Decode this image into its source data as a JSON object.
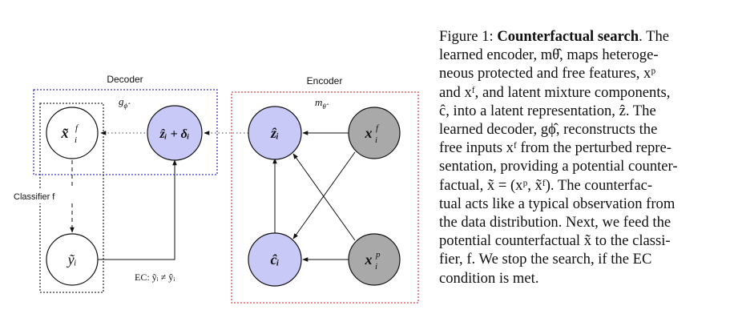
{
  "diagram": {
    "decoder_label": "Decoder",
    "encoder_label": "Encoder",
    "decoder_fn": "g",
    "decoder_fn_sub": "ϕ̂",
    "encoder_fn": "m",
    "encoder_fn_sub": "θ̂",
    "classifier_label": "Classifier f",
    "ec_label": "EC: ỹᵢ ≠ ŷᵢ",
    "nodes": {
      "x_tilde_f": "x̃",
      "z_delta": "ẑᵢ + δᵢ",
      "z_hat": "ẑᵢ",
      "x_f": "x",
      "y_tilde": "ỹᵢ",
      "c_hat": "ĉᵢ",
      "x_p": "x"
    },
    "colors": {
      "latent_fill": "#c9c9f7",
      "observed_fill": "#a9a9a9",
      "decoder_box": "#3b3bd6",
      "encoder_box": "#e04848"
    }
  },
  "caption": {
    "label": "Figure 1:",
    "title": "Counterfactual search",
    "lines": [
      "learned encoder, mθ̂, maps heteroge-",
      "neous protected and free features, xᵖ",
      "and xᶠ, and latent mixture components,",
      "ĉ, into a latent representation, ẑ. The",
      "learned decoder, gϕ̂, reconstructs the",
      "free inputs xᶠ from the perturbed repre-",
      "sentation, providing a potential counter-",
      "factual, x̃ = (xᵖ, x̃ᶠ). The counterfac-",
      "tual acts like a typical observation from",
      "the data distribution. Next, we feed the",
      "potential counterfactual x̃ to the classi-",
      "fier, f. We stop the search, if the EC",
      "condition is met."
    ]
  }
}
